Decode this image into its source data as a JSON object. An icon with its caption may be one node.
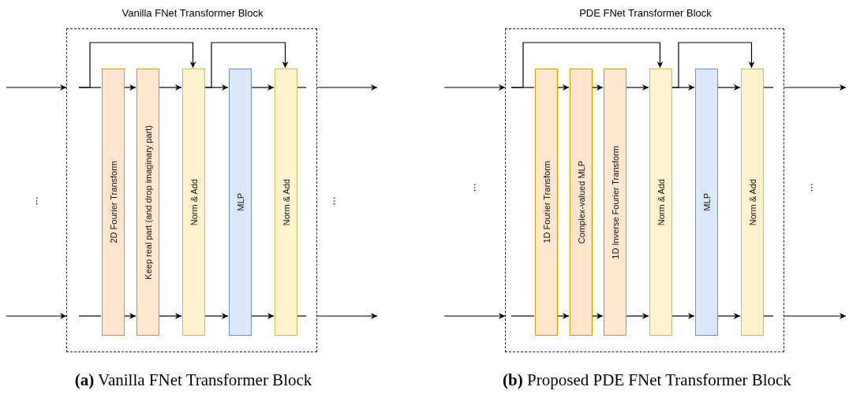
{
  "diagram": {
    "nodes": [
      {
        "text": [
          "Vanilla FNet Transformer Block"
        ]
      },
      {
        "text": [
          "2D Fourier Transform"
        ],
        "in": 0
      },
      {
        "text": [
          "Keep real part (and drop imaginary part)"
        ],
        "in": 0
      },
      {
        "text": [
          "Norm & Add"
        ],
        "in": 0
      },
      {
        "text": [
          "MLP"
        ],
        "in": 0
      },
      {
        "text": [
          "Norm & Add"
        ],
        "in": 0
      },
      {
        "text": [
          "PDE FNet Transformer Block"
        ]
      },
      {
        "text": [
          "1D Fourier Transform"
        ],
        "in": 6
      },
      {
        "text": [
          "Complex-valued MLP"
        ],
        "in": 6
      },
      {
        "text": [
          "1D Inverse Fourier Transform"
        ],
        "in": 6
      },
      {
        "text": [
          "Norm & Add"
        ],
        "in": 6
      },
      {
        "text": [
          "MLP"
        ],
        "in": 6
      },
      {
        "text": [
          "Norm & Add"
        ],
        "in": 6
      }
    ],
    "edges": [
      {
        "from": null,
        "to": 1,
        "arrow": "none"
      },
      {
        "from": null,
        "to": 1,
        "arrow": "none"
      },
      {
        "from": null,
        "to": 3,
        "arrow": "to"
      },
      {
        "from": 1,
        "to": 2,
        "arrow": "to"
      },
      {
        "from": 1,
        "to": 2,
        "arrow": "to"
      },
      {
        "from": 2,
        "to": 3,
        "arrow": "to"
      },
      {
        "from": 2,
        "to": 3,
        "arrow": "to"
      },
      {
        "from": 3,
        "to": 4,
        "arrow": "to"
      },
      {
        "from": 3,
        "to": 4,
        "arrow": "to"
      },
      {
        "from": 3,
        "to": 5,
        "arrow": "to"
      },
      {
        "from": 4,
        "to": 5,
        "arrow": "to"
      },
      {
        "from": 4,
        "to": 5,
        "arrow": "to"
      },
      {
        "from": 5,
        "to": null,
        "arrow": "none"
      },
      {
        "from": 5,
        "to": null,
        "arrow": "none"
      },
      {
        "from": null,
        "to": 0,
        "arrow": "to"
      },
      {
        "from": null,
        "to": 0,
        "arrow": "to"
      },
      {
        "from": 0,
        "to": null,
        "arrow": "to"
      },
      {
        "from": 0,
        "to": null,
        "arrow": "to"
      },
      {
        "from": null,
        "to": 7,
        "arrow": "none"
      },
      {
        "from": null,
        "to": 7,
        "arrow": "none"
      },
      {
        "from": null,
        "to": 10,
        "arrow": "to"
      },
      {
        "from": 7,
        "to": 8,
        "arrow": "to"
      },
      {
        "from": 7,
        "to": 8,
        "arrow": "to"
      },
      {
        "from": 8,
        "to": 9,
        "arrow": "to"
      },
      {
        "from": 8,
        "to": 9,
        "arrow": "to"
      },
      {
        "from": 9,
        "to": 10,
        "arrow": "to"
      },
      {
        "from": 9,
        "to": 10,
        "arrow": "to"
      },
      {
        "from": 10,
        "to": 11,
        "arrow": "to"
      },
      {
        "from": 10,
        "to": 11,
        "arrow": "to"
      },
      {
        "from": 10,
        "to": 12,
        "arrow": "to"
      },
      {
        "from": 11,
        "to": 12,
        "arrow": "to"
      },
      {
        "from": 11,
        "to": 12,
        "arrow": "to"
      },
      {
        "from": 12,
        "to": null,
        "arrow": "none"
      },
      {
        "from": 12,
        "to": null,
        "arrow": "none"
      },
      {
        "from": null,
        "to": 6,
        "arrow": "to"
      },
      {
        "from": null,
        "to": 6,
        "arrow": "to"
      },
      {
        "from": 6,
        "to": null,
        "arrow": "to"
      },
      {
        "from": 6,
        "to": null,
        "arrow": "to"
      }
    ],
    "labels": [
      "...",
      "...",
      "...",
      "...",
      "**(a)** Vanilla FNet Transformer Block",
      "**(b)** Proposed PDE FNet Transformer Block"
    ]
  }
}
